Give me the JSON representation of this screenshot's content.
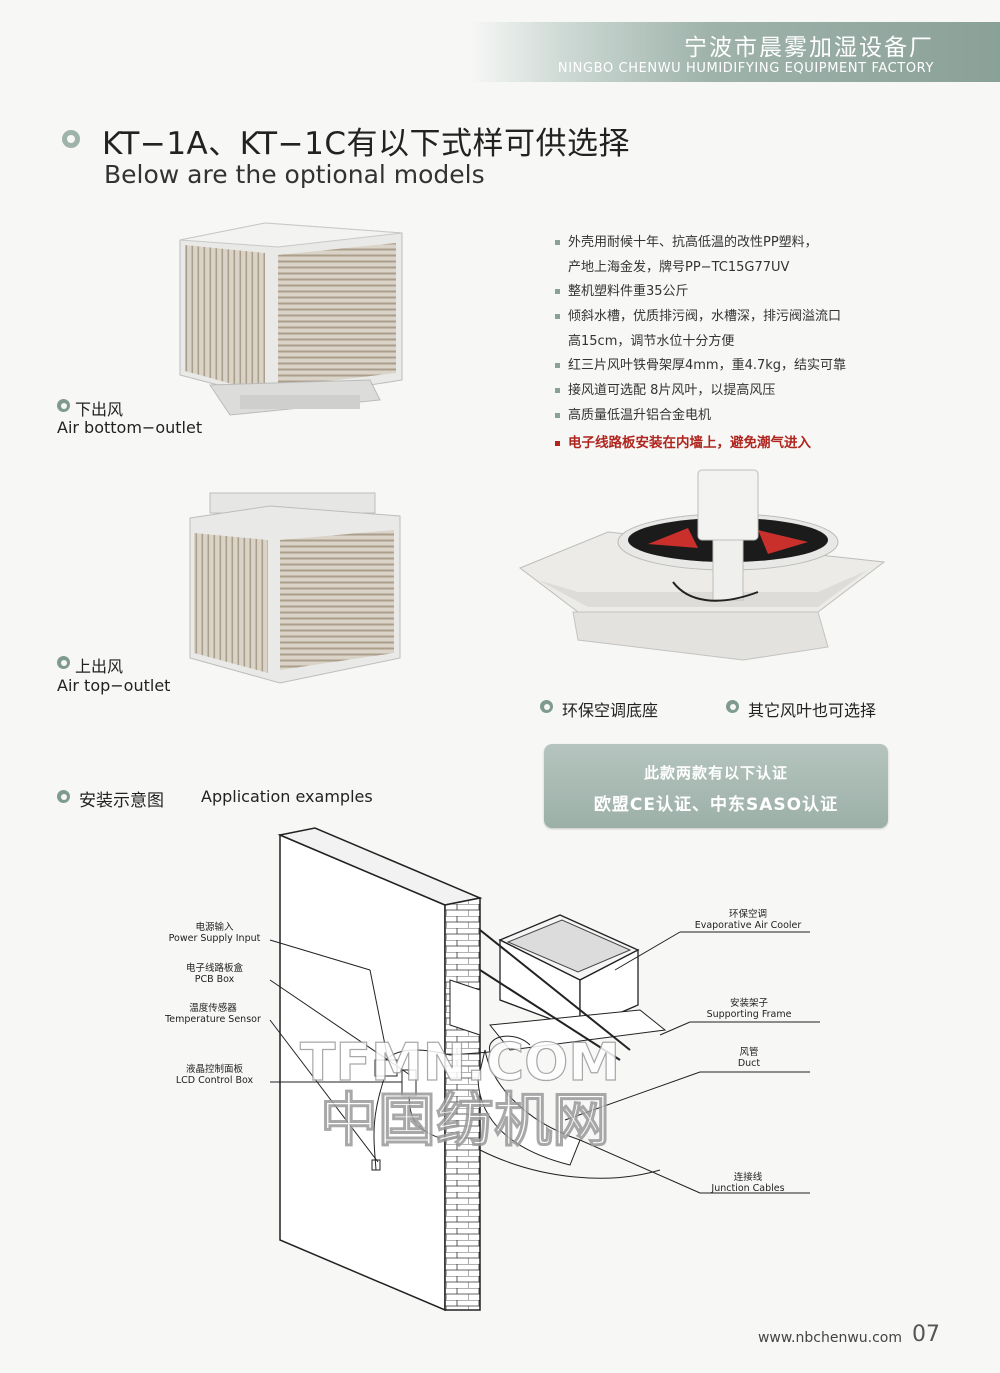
{
  "header": {
    "company_cn": "宁波市晨雾加湿设备厂",
    "company_en": "NINGBO CHENWU HUMIDIFYING EQUIPMENT FACTORY"
  },
  "section1": {
    "title_cn": "KT−1A、KT−1C有以下式样可供选择",
    "title_en": "Below are the optional models"
  },
  "models": [
    {
      "label_cn": "下出风",
      "label_en": "Air bottom−outlet"
    },
    {
      "label_cn": "上出风",
      "label_en": "Air top−outlet"
    }
  ],
  "specs": [
    "外壳用耐候十年、抗高低温的改性PP塑料，",
    "产地上海金发，牌号PP−TC15G77UV",
    "整机塑料件重35公斤",
    "倾斜水槽，优质排污阀，水槽深，排污阀溢流口",
    "高15cm，调节水位十分方便",
    "红三片风叶铁骨架厚4mm，重4.7kg，结实可靠",
    "接风道可选配 8片风叶，以提高风压",
    "高质量低温升铝合金电机"
  ],
  "spec_warning": "电子线路板安装在内墙上，避免潮气进入",
  "base_captions": [
    "环保空调底座",
    "其它风叶也可选择"
  ],
  "certification": {
    "line1": "此款两款有以下认证",
    "line2": "欧盟CE认证、中东SASO认证"
  },
  "section2": {
    "title_cn": "安装示意图",
    "title_en": "Application  examples"
  },
  "diagram_labels": {
    "power_cn": "电源输入",
    "power_en": "Power Supply Input",
    "pcb_cn": "电子线路板盒",
    "pcb_en": "PCB Box",
    "temp_cn": "温度传感器",
    "temp_en": "Temperature Sensor",
    "lcd_cn": "液晶控制面板",
    "lcd_en": "LCD Control Box",
    "cooler_cn": "环保空调",
    "cooler_en": "Evaporative Air Cooler",
    "frame_cn": "安装架子",
    "frame_en": "Supporting Frame",
    "duct_cn": "风管",
    "duct_en": "Duct",
    "cable_cn": "连接线",
    "cable_en": "Junction Cables"
  },
  "watermark": "中国纺机网 TFMN.COM",
  "footer": {
    "url": "www.nbchenwu.com",
    "page": "07"
  }
}
